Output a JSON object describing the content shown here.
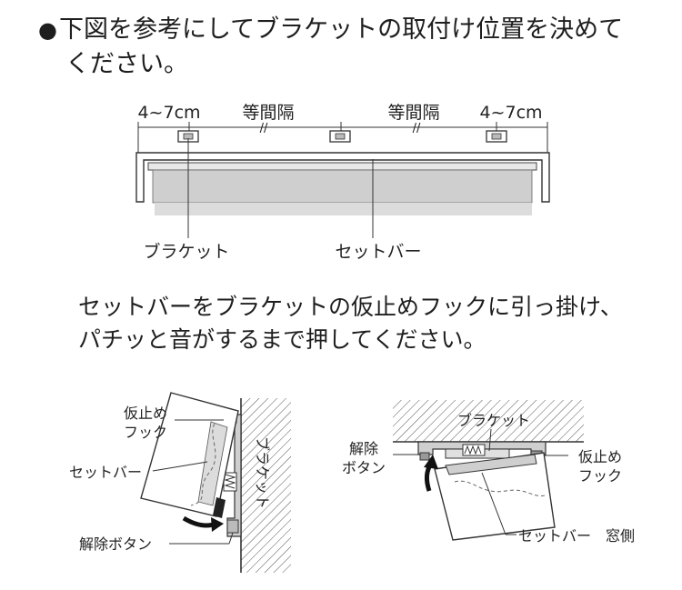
{
  "heading": {
    "bullet": "●",
    "line1": "下図を参考にしてブラケットの取付け位置を決めて",
    "line2": "ください。"
  },
  "top_diagram": {
    "dim_left": "4~7cm",
    "dim_mid_left": "等間隔",
    "dim_mid_right": "等間隔",
    "dim_right": "4~7cm",
    "break_mark": "//",
    "label_bracket": "ブラケット",
    "label_setbar": "セットバー"
  },
  "instruction": {
    "line1": "セットバーをブラケットの仮止めフックに引っ掛け、",
    "line2": "パチッと音がするまで押してください。"
  },
  "left_diagram": {
    "label_hook_1": "仮止め",
    "label_hook_2": "フック",
    "label_setbar": "セットバー",
    "label_bracket_vertical": "ブラケット",
    "label_release": "解除ボタン"
  },
  "right_diagram": {
    "label_bracket": "ブラケット",
    "label_release_1": "解除",
    "label_release_2": "ボタン",
    "label_hook_1": "仮止め",
    "label_hook_2": "フック",
    "label_setbar": "セットバー",
    "label_window_side": "窓側"
  }
}
